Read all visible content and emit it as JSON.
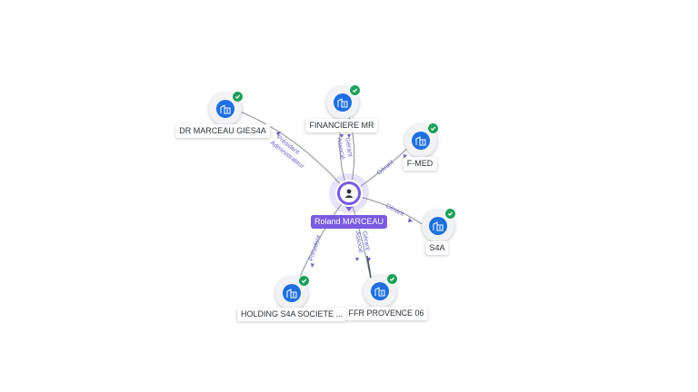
{
  "center": {
    "name": "Roland MARCEAU",
    "icon": "person-icon",
    "color": "#7a5ae0"
  },
  "companies": [
    {
      "id": "dr-marceau",
      "name": "DR MARCEAU GIES4A",
      "icon": "building-icon",
      "status_icon": "check-icon"
    },
    {
      "id": "financiere-mr",
      "name": "FINANCIERE MR",
      "icon": "building-icon",
      "status_icon": "check-icon"
    },
    {
      "id": "f-med",
      "name": "F-MED",
      "icon": "building-icon",
      "status_icon": "check-icon"
    },
    {
      "id": "s4a",
      "name": "S4A",
      "icon": "building-icon",
      "status_icon": "check-icon"
    },
    {
      "id": "ffr-provence",
      "name": "FFR PROVENCE 06",
      "icon": "building-icon",
      "status_icon": "check-icon"
    },
    {
      "id": "holding-s4a",
      "name": "HOLDING S4A SOCIETE ...",
      "icon": "building-icon",
      "status_icon": "check-icon"
    }
  ],
  "edge_labels": {
    "dr_marceau_1": "Président",
    "dr_marceau_2": "Administrateur",
    "financiere_1": "Associé",
    "financiere_2": "Gérant",
    "f_med": "Gérant",
    "s4a": "Gérant",
    "ffr_1": "Associé",
    "ffr_2": "Gérant",
    "holding": "Président"
  },
  "colors": {
    "company_icon": "#1f6fe0",
    "verified_badge": "#1ea05a",
    "edge_label": "#6b5fc7"
  }
}
